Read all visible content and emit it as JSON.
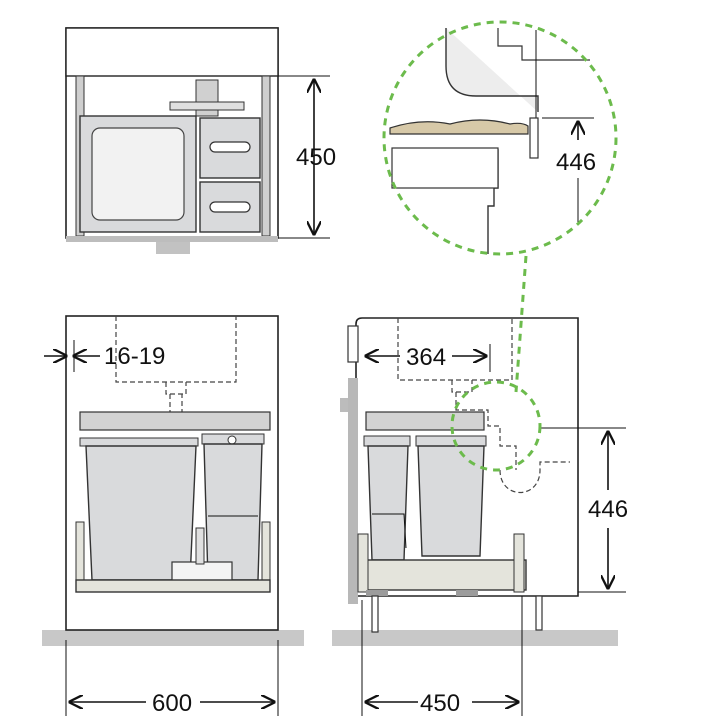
{
  "dimensions": {
    "top_view_depth": "450",
    "side_clearance": "16-19",
    "cabinet_width": "600",
    "drain_offset": "364",
    "height_right": "446",
    "height_detail": "446",
    "cabinet_depth": "450"
  },
  "colors": {
    "detail_circle": "#6cbb4c",
    "bin": "#d9dadc",
    "floor": "#c8c8c8"
  }
}
